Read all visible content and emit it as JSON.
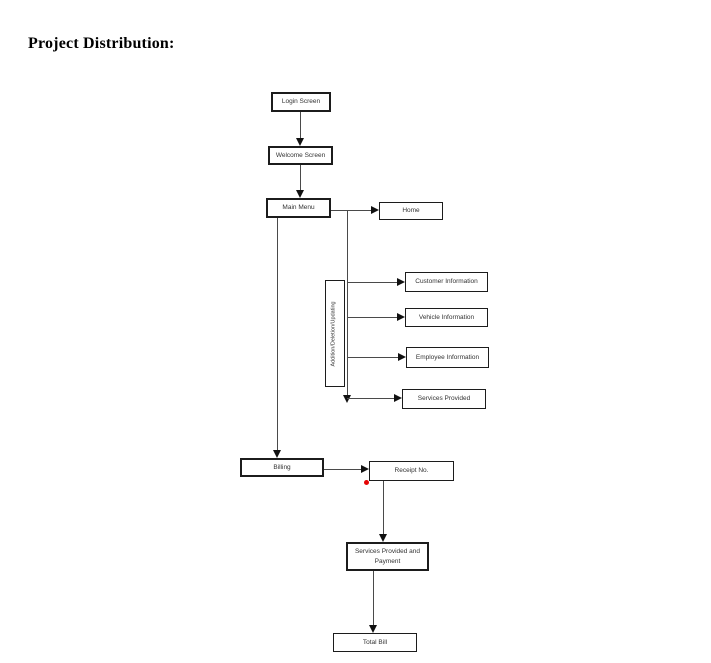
{
  "title": "Project Distribution:",
  "nodes": {
    "login": {
      "label": "Login Screen"
    },
    "welcome": {
      "label": "Welcome Screen"
    },
    "main_menu": {
      "label": "Main Menu"
    },
    "home": {
      "label": "Home"
    },
    "adu": {
      "label": "Addition/Deletion/Updating"
    },
    "customer": {
      "label": "Customer Information"
    },
    "vehicle": {
      "label": "Vehicle Information"
    },
    "employee": {
      "label": "Employee Information"
    },
    "services": {
      "label": "Services Provided"
    },
    "billing": {
      "label": "Billing"
    },
    "receipt": {
      "label": "Receipt No."
    },
    "services_payment": {
      "label": "Services Provided and Payment"
    },
    "total_bill": {
      "label": "Total Bill"
    }
  },
  "edges": [
    {
      "from": "Login Screen",
      "to": "Welcome Screen"
    },
    {
      "from": "Welcome Screen",
      "to": "Main Menu"
    },
    {
      "from": "Main Menu",
      "to": "Home"
    },
    {
      "from": "Main Menu",
      "to": "Customer Information"
    },
    {
      "from": "Main Menu",
      "to": "Vehicle Information"
    },
    {
      "from": "Main Menu",
      "to": "Employee Information"
    },
    {
      "from": "Main Menu",
      "to": "Services Provided"
    },
    {
      "from": "Main Menu",
      "to": "Billing"
    },
    {
      "from": "Billing",
      "to": "Receipt No."
    },
    {
      "from": "Receipt No.",
      "to": "Services Provided and Payment"
    },
    {
      "from": "Services Provided and Payment",
      "to": "Total Bill"
    }
  ],
  "colors": {
    "line": "#4a4a4a",
    "arrowhead": "#111111",
    "marker_dot": "#e50505",
    "background": "#ffffff"
  }
}
